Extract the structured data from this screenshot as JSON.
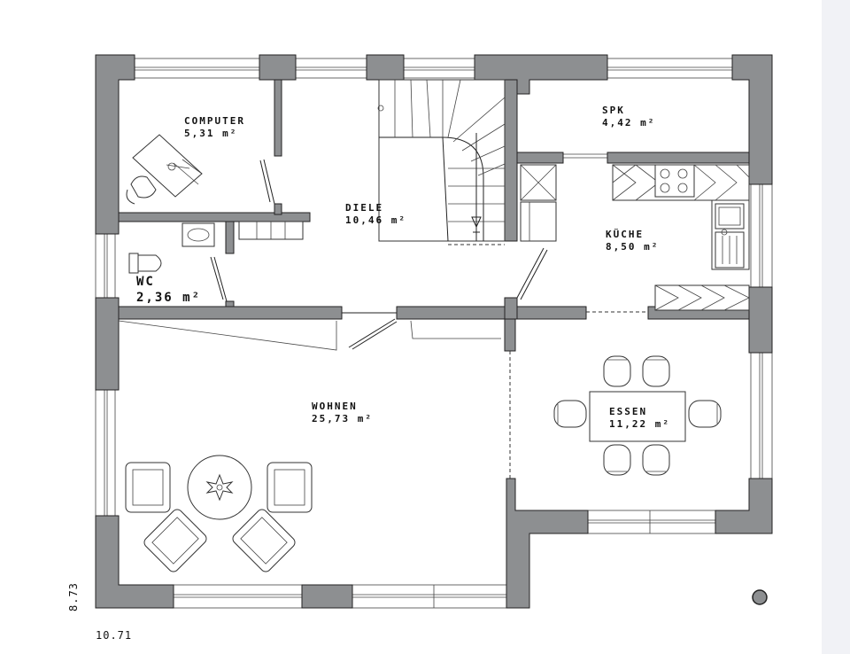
{
  "rooms": {
    "computer": {
      "name": "COMPUTER",
      "area": "5,31 m²"
    },
    "diele": {
      "name": "DIELE",
      "area": "10,46 m²"
    },
    "spk": {
      "name": "SPK",
      "area": "4,42 m²"
    },
    "kueche": {
      "name": "KÜCHE",
      "area": "8,50 m²"
    },
    "wc": {
      "name": "WC",
      "area": "2,36 m²"
    },
    "wohnen": {
      "name": "WOHNEN",
      "area": "25,73 m²"
    },
    "essen": {
      "name": "ESSEN",
      "area": "11,22 m²"
    }
  },
  "dimensions": {
    "width": "10.71",
    "height": "8.73"
  },
  "colors": {
    "wall": "#8d8f91",
    "line": "#222222",
    "background": "#ffffff",
    "strip": "#f1f2f6"
  }
}
